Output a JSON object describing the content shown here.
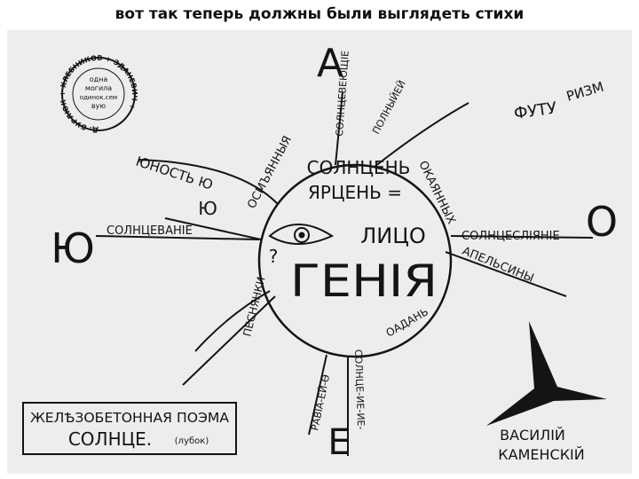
{
  "slide": {
    "title": "вот так теперь должны были выглядеть стихи"
  },
  "poem": {
    "circle_text": {
      "line1": "СОЛНЦЕНЬ",
      "line2": "ЯРЦЕНЬ =",
      "lico": "ЛИЦО",
      "genia": "ГЕНІЯ",
      "question": "?"
    },
    "rays": {
      "top_left": "ОСМЪЯННЫЯ",
      "top_a": "СОЛНЦЕВЕЮЩІЕ",
      "top_b": "ПОЛНЫЙЕЙ",
      "right_top": "ОКАЯННЫХ",
      "right_mid": "СОЛНЦЕСЛІЯНІЕ",
      "right_low": "АПЕЛЬСИНЫ",
      "bottom_right": "ОАДАНЬ",
      "bottom_a": "СОЛНЦЕ-ИЕ-ИЕ-",
      "bottom_b": "РАВІА-ЕЙ-Ө",
      "left_low": "ПЕСНЯНКИ",
      "left_mid": "СОЛНЦЕВАНІЕ",
      "left_top": "ЮНОСТЬ Ю"
    },
    "letters": {
      "a": "А",
      "yu_big": "Ю",
      "yu_small": "Ю",
      "o": "О",
      "e": "Е"
    },
    "futurizm": {
      "left": "ФУТУ",
      "right": "РИЗМ"
    },
    "stamp": {
      "ring": "Д. БУРЛЮК + ХЛЕБНИКОВ + ЗДАНЕВИЧ +",
      "center": [
        "одна",
        "могила",
        "одинок.сем",
        "вую"
      ]
    },
    "box": {
      "line1": "ЖЕЛѢЗОБЕТОННАЯ ПОЭМА",
      "line2": "СОЛНЦЕ.",
      "note": "(лубок)"
    },
    "signature": {
      "line1": "ВАСИЛІЙ",
      "line2": "КАМЕНСКІЙ"
    },
    "colors": {
      "ink": "#141414",
      "paper": "#ededed"
    }
  }
}
